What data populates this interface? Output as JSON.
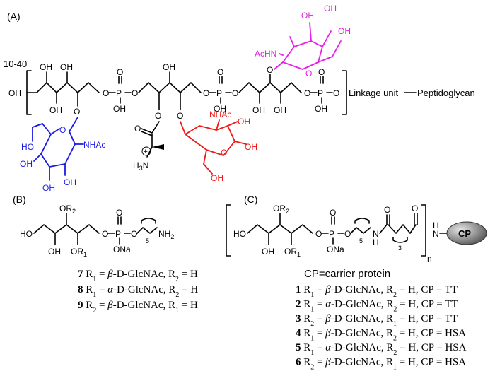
{
  "panels": {
    "a": "(A)",
    "b": "(B)",
    "c": "(C)"
  },
  "structure_a": {
    "repeat": "10-40",
    "tail": "Linkage unit",
    "end": "Peptidoglycan",
    "oh": "OH",
    "o": "O",
    "p": "P",
    "nh_ac": "NHAc",
    "ac_hn": "AcHN",
    "h3n": "H",
    "h3n_sub": "3",
    "h3n_n": "N",
    "plus": "+"
  },
  "structure_b": {
    "or2": "OR",
    "or2_sub": "2",
    "or1": "OR",
    "or1_sub": "1",
    "ho": "HO",
    "oh": "OH",
    "ona": "ONa",
    "chain_sub": "5",
    "nh2": "NH",
    "nh2_sub": "2",
    "compounds": [
      {
        "num": "7",
        "pre": "R",
        "s1": "1",
        "mid": " = ",
        "iso": "β",
        "sugar": "-D-GlcNAc, R",
        "s2": "2",
        "post": " = H"
      },
      {
        "num": "8",
        "pre": "R",
        "s1": "1",
        "mid": " = ",
        "iso": "α",
        "sugar": "-D-GlcNAc, R",
        "s2": "2",
        "post": " = H"
      },
      {
        "num": "9",
        "pre": "R",
        "s1": "2",
        "mid": " = ",
        "iso": "β",
        "sugar": "-D-GlcNAc, R",
        "s2": "1",
        "post": " = H"
      }
    ]
  },
  "structure_c": {
    "or2": "OR",
    "or2_sub": "2",
    "or1": "OR",
    "or1_sub": "1",
    "ho": "HO",
    "oh": "OH",
    "ona": "ONa",
    "n": "N",
    "h": "H",
    "link_sub": "5",
    "acid_sub": "3",
    "rep": "n",
    "cp": "CP",
    "caption": "CP=carrier protein",
    "compounds": [
      {
        "num": "1",
        "pre": "R",
        "s1": "1",
        "mid": " = ",
        "iso": "β",
        "sugar": "-D-GlcNAc, R",
        "s2": "2",
        "post": " = H, CP = TT"
      },
      {
        "num": "2",
        "pre": "R",
        "s1": "1",
        "mid": " = ",
        "iso": "α",
        "sugar": "-D-GlcNAc, R",
        "s2": "2",
        "post": " = H, CP = TT"
      },
      {
        "num": "3",
        "pre": "R",
        "s1": "2",
        "mid": " = ",
        "iso": "β",
        "sugar": "-D-GlcNAc, R",
        "s2": "1",
        "post": " = H, CP = TT"
      },
      {
        "num": "4",
        "pre": "R",
        "s1": "1",
        "mid": " = ",
        "iso": "β",
        "sugar": "-D-GlcNAc, R",
        "s2": "2",
        "post": " = H, CP = HSA"
      },
      {
        "num": "5",
        "pre": "R",
        "s1": "1",
        "mid": " = ",
        "iso": "α",
        "sugar": "-D-GlcNAc, R",
        "s2": "2",
        "post": " = H, CP = HSA"
      },
      {
        "num": "6",
        "pre": "R",
        "s1": "2",
        "mid": " = ",
        "iso": "β",
        "sugar": "-D-GlcNAc, R",
        "s2": "1",
        "post": " = H, CP = HSA"
      }
    ]
  },
  "colors": {
    "blue_sugar": "#1a1ae6",
    "red_sugar": "#f01818",
    "magenta_sugar": "#e61ee6",
    "cp_fill": "#8a8a8a"
  },
  "icons": {
    "carrier_protein": "cp-ellipse-icon"
  }
}
